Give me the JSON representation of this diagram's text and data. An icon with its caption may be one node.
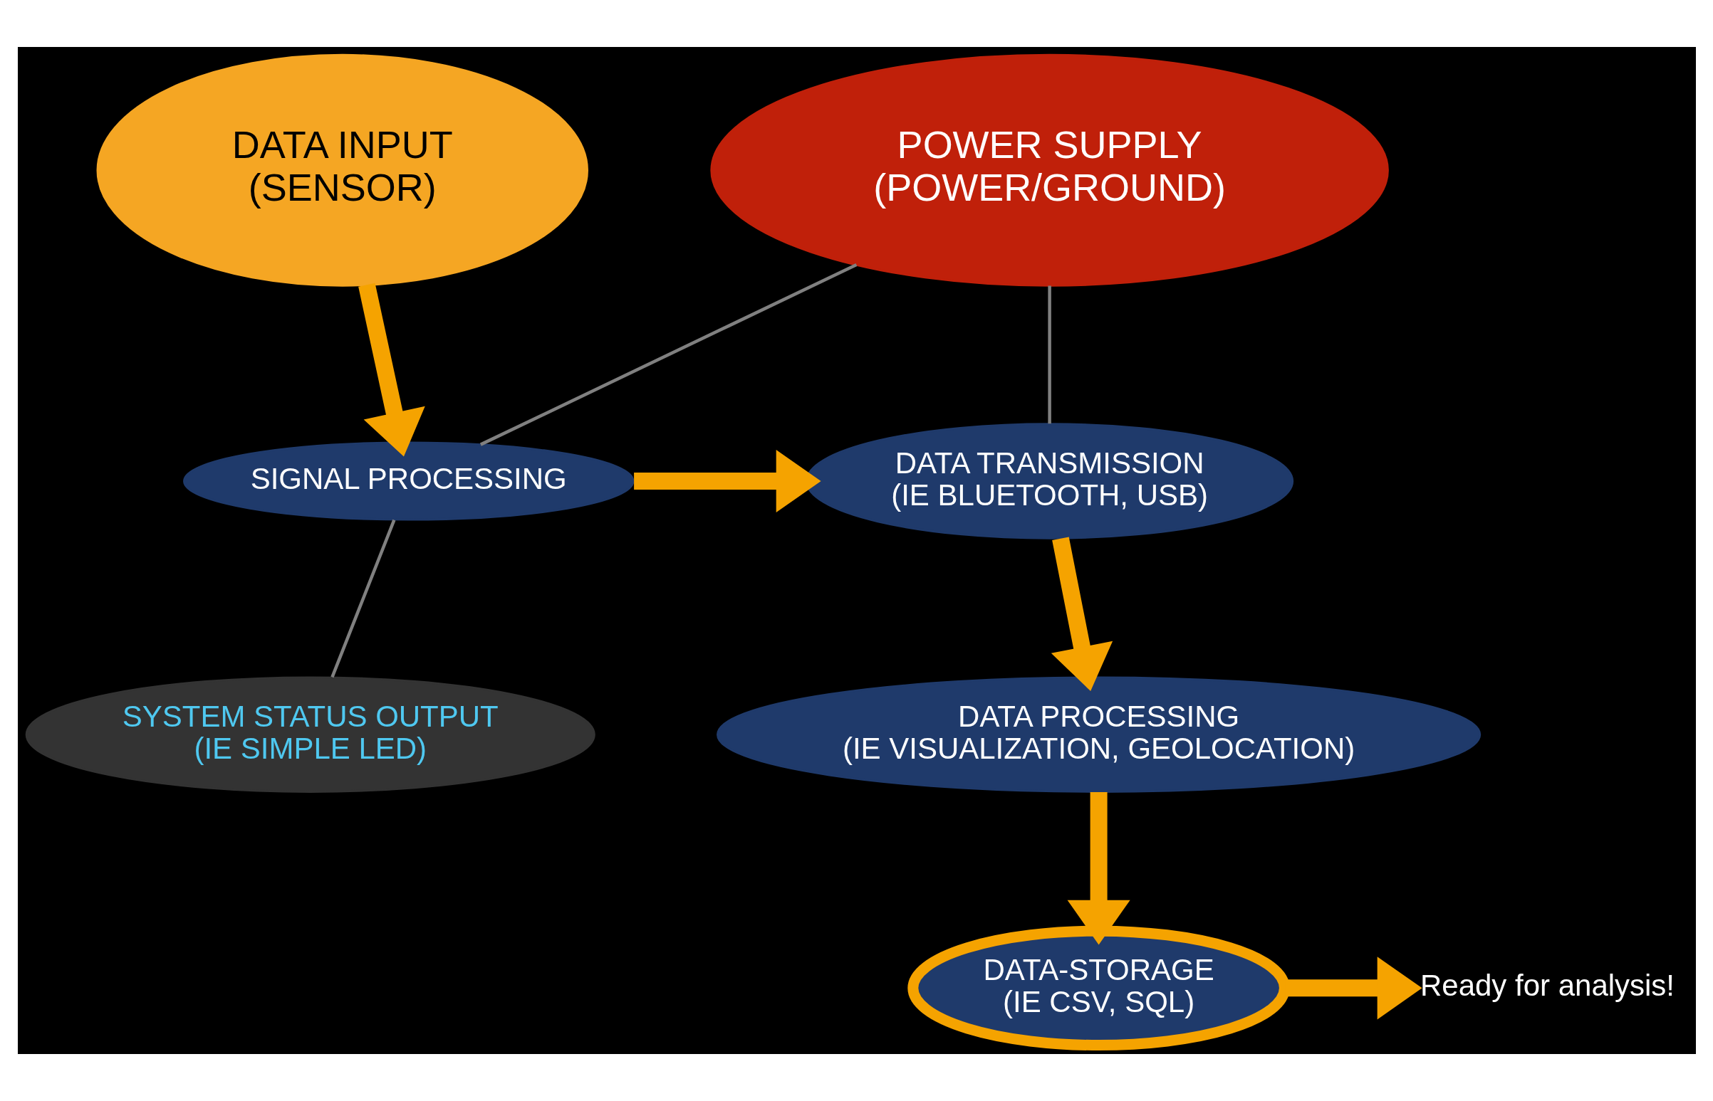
{
  "diagram": {
    "nodes": [
      {
        "text": [
          "DATA INPUT",
          "(SENSOR)"
        ]
      },
      {
        "text": [
          "POWER SUPPLY",
          "(POWER/GROUND)"
        ]
      },
      {
        "text": [
          "SIGNAL PROCESSING"
        ]
      },
      {
        "text": [
          "DATA TRANSMISSION",
          "(IE BLUETOOTH, USB)"
        ]
      },
      {
        "text": [
          "SYSTEM STATUS OUTPUT",
          "(IE SIMPLE LED)"
        ]
      },
      {
        "text": [
          "DATA PROCESSING",
          "(IE VISUALIZATION, GEOLOCATION)"
        ]
      },
      {
        "text": [
          "DATA-STORAGE",
          "(IE CSV, SQL)"
        ]
      },
      {
        "text": [
          "Ready for analysis!"
        ]
      }
    ],
    "edges": [
      {
        "from": 0,
        "to": 2,
        "arrow": "to"
      },
      {
        "from": 1,
        "to": 2,
        "arrow": "none",
        "color": "#808080"
      },
      {
        "from": 1,
        "to": 3,
        "arrow": "none",
        "color": "#808080"
      },
      {
        "from": 2,
        "to": 4,
        "arrow": "none",
        "color": "#808080"
      },
      {
        "from": 2,
        "to": 3,
        "arrow": "to"
      },
      {
        "from": 3,
        "to": 5,
        "arrow": "to"
      },
      {
        "from": 5,
        "to": 6,
        "arrow": "to"
      },
      {
        "from": 6,
        "to": 7,
        "arrow": "to"
      }
    ]
  }
}
